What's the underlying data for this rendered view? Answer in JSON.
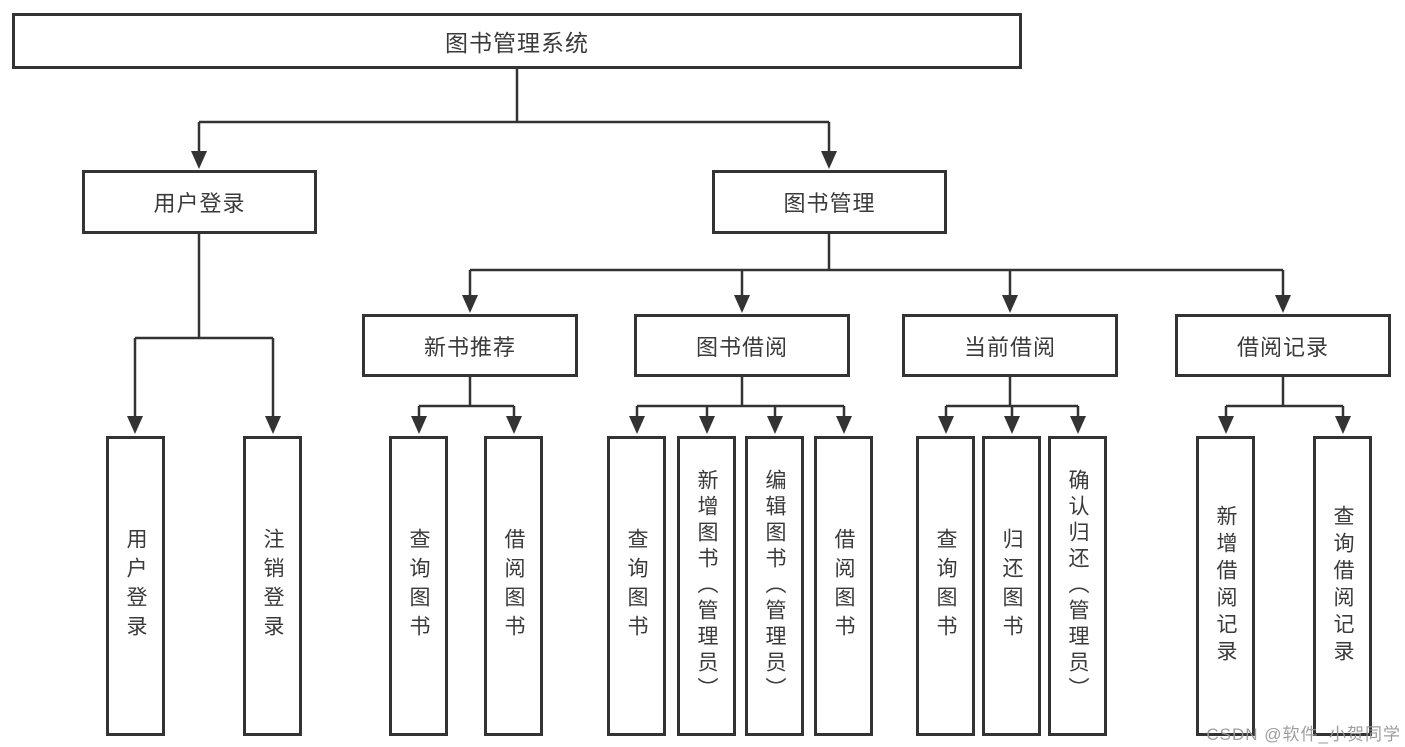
{
  "diagram_type": "functional-structure-tree",
  "hierarchy": {
    "label": "图书管理系统",
    "children": [
      {
        "label": "用户登录",
        "children": [
          {
            "label": "用户登录"
          },
          {
            "label": "注销登录"
          }
        ]
      },
      {
        "label": "图书管理",
        "children": [
          {
            "label": "新书推荐",
            "children": [
              {
                "label": "查询图书"
              },
              {
                "label": "借阅图书"
              }
            ]
          },
          {
            "label": "图书借阅",
            "children": [
              {
                "label": "查询图书"
              },
              {
                "label": "新增图书（管理员）"
              },
              {
                "label": "编辑图书（管理员）"
              },
              {
                "label": "借阅图书"
              }
            ]
          },
          {
            "label": "当前借阅",
            "children": [
              {
                "label": "查询图书"
              },
              {
                "label": "归还图书"
              },
              {
                "label": "确认归还（管理员）"
              }
            ]
          },
          {
            "label": "借阅记录",
            "children": [
              {
                "label": "新增借阅记录"
              },
              {
                "label": "查询借阅记录"
              }
            ]
          }
        ]
      }
    ]
  },
  "watermark": {
    "text": "CSDN @软件_小贺同学"
  },
  "colors": {
    "line": "#333333",
    "box_border": "#333333",
    "text": "#3a3a3a",
    "background": "#ffffff",
    "watermark": "#969696"
  }
}
